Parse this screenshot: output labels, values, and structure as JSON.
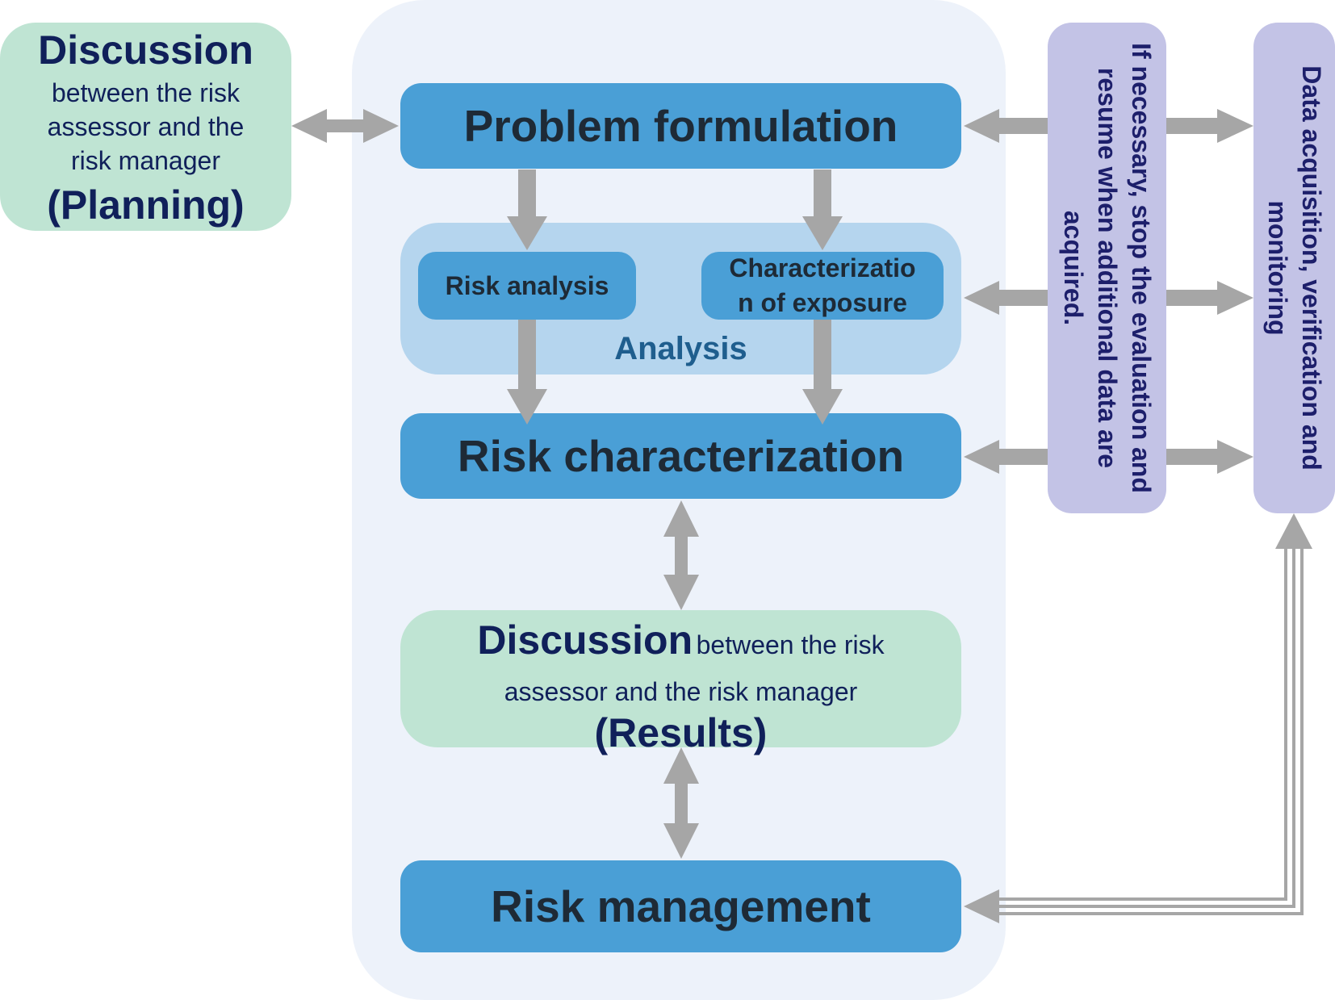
{
  "boxes": {
    "problem_formulation": "Problem formulation",
    "risk_analysis": "Risk analysis",
    "characterization_of_exposure_line1": "Characterizatio",
    "characterization_of_exposure_line2": "n of exposure",
    "analysis": "Analysis",
    "risk_characterization": "Risk characterization",
    "risk_management": "Risk management"
  },
  "planning": {
    "title": "Discussion",
    "description": "between the risk assessor and the risk manager",
    "subtitle": "(Planning)"
  },
  "results": {
    "title": "Discussion",
    "description_part1": "between the risk",
    "description_part2": "assessor and the risk manager",
    "subtitle": "(Results)"
  },
  "side_notes": {
    "stop_evaluation": "If necessary, stop the evaluation and resume when additional data are acquired.",
    "data_acquisition": "Data acquisition, verification and monitoring"
  },
  "colors": {
    "blue_box": "#4a9fd6",
    "analysis_group": "#b5d5ee",
    "green_box": "#bfe4d3",
    "purple_bar": "#c3c3e6",
    "backdrop": "#edf2fa",
    "arrow": "#a6a6a6"
  }
}
